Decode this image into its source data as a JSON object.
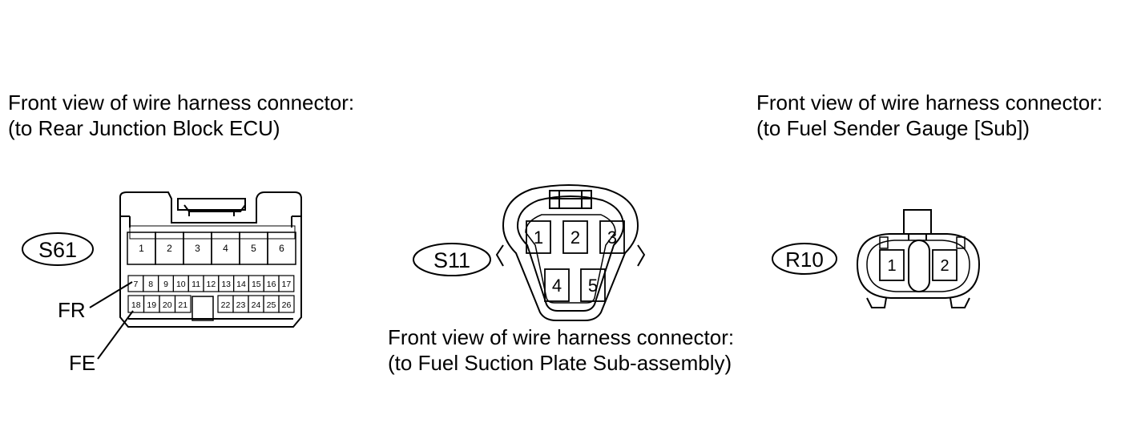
{
  "connector_left": {
    "title_line1": "Front view of wire harness connector:",
    "title_line2": "(to Rear Junction Block ECU)",
    "code": "S61",
    "pins_row1": [
      "1",
      "2",
      "3",
      "4",
      "5",
      "6"
    ],
    "pins_row2": [
      "7",
      "8",
      "9",
      "10",
      "11",
      "12",
      "13",
      "14",
      "15",
      "16",
      "17"
    ],
    "pins_row3_left": [
      "18",
      "19",
      "20",
      "21"
    ],
    "pins_row3_right": [
      "22",
      "23",
      "24",
      "25",
      "26"
    ],
    "callout_fr": "FR",
    "callout_fe": "FE"
  },
  "connector_middle": {
    "title_line1": "Front view of wire harness connector:",
    "title_line2": "(to Fuel Suction Plate Sub-assembly)",
    "code": "S11",
    "pins": [
      "1",
      "2",
      "3",
      "4",
      "5"
    ]
  },
  "connector_right": {
    "title_line1": "Front view of wire harness connector:",
    "title_line2": "(to Fuel Sender Gauge [Sub])",
    "code": "R10",
    "pins": [
      "1",
      "2"
    ]
  }
}
